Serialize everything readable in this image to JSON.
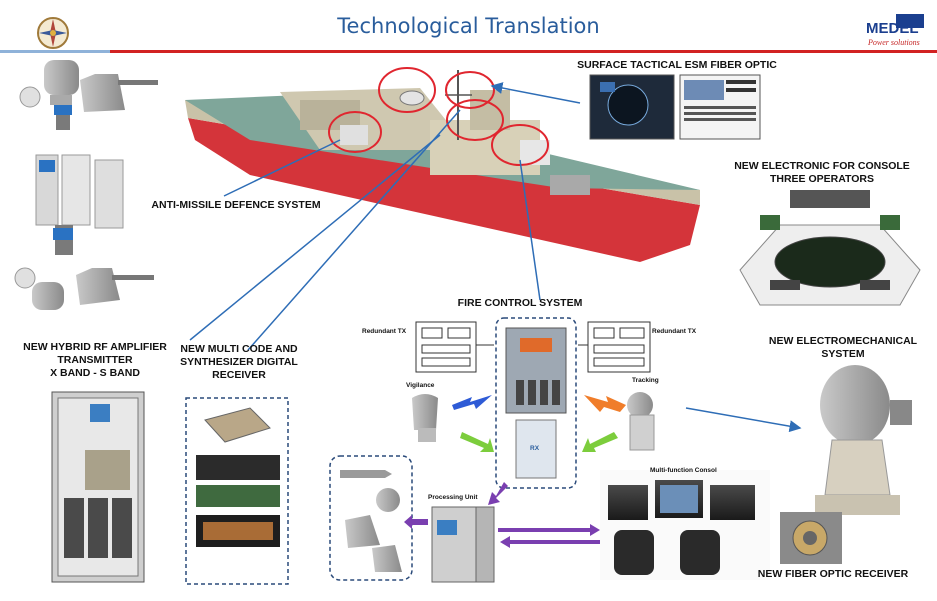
{
  "header": {
    "title": "Technological Translation",
    "brand_name": "MEDEL",
    "brand_tagline": "Power solutions"
  },
  "labels": {
    "surface_esm": "SURFACE TACTICAL ESM FIBER OPTIC",
    "anti_missile": "ANTI-MISSILE DEFENCE SYSTEM",
    "console_line1": "NEW ELECTRONIC FOR CONSOLE",
    "console_line2": "THREE OPERATORS",
    "fire_control": "FIRE CONTROL SYSTEM",
    "electromech_line1": "NEW ELECTROMECHANICAL",
    "electromech_line2": "SYSTEM",
    "hybrid_line1": "NEW HYBRID RF AMPLIFIER",
    "hybrid_line2": "TRANSMITTER",
    "hybrid_line3": "X BAND - S BAND",
    "multicode_line1": "NEW MULTI CODE AND",
    "multicode_line2": "SYNTHESIZER DIGITAL",
    "multicode_line3": "RECEIVER",
    "fiber_receiver": "NEW FIBER OPTIC RECEIVER",
    "redundant_tx_left": "Redundant TX",
    "redundant_tx_right": "Redundant TX",
    "vigilance": "Vigilance",
    "tracking": "Tracking",
    "processing_unit": "Processing Unit",
    "multifunction": "Multi-function Consol",
    "rx": "RX"
  },
  "colors": {
    "title_blue": "#2a5d9c",
    "rule_red": "#d22222",
    "hull_red": "#d4343a",
    "circle_red": "#e0262f",
    "arrow_blue": "#2e6db6",
    "arrow_green": "#7ccd3c",
    "arrow_orange": "#f07d2a",
    "arrow_purple": "#7a3fb0"
  }
}
